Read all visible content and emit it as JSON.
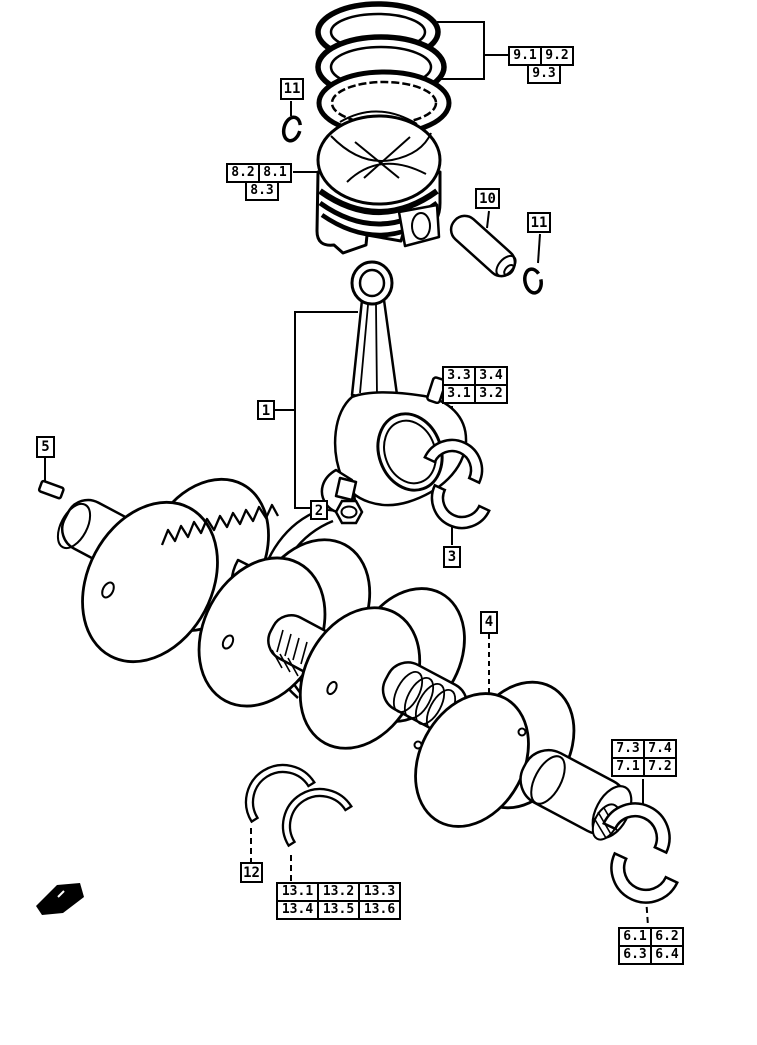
{
  "figure": {
    "description": "Exploded parts diagram of crankshaft and piston assembly",
    "callouts": {
      "c1": "1",
      "c2": "2",
      "c3": "3",
      "c4": "4",
      "c5": "5",
      "c10": "10",
      "c11_top": "11",
      "c11_right": "11",
      "c12": "12"
    },
    "ref_tables": {
      "t9": {
        "rows": [
          [
            "9.1",
            "9.2"
          ],
          [
            "9.3"
          ]
        ]
      },
      "t8": {
        "rows": [
          [
            "8.2",
            "8.1"
          ],
          [
            "8.3"
          ]
        ]
      },
      "t3": {
        "rows": [
          [
            "3.3",
            "3.4"
          ],
          [
            "3.1",
            "3.2"
          ]
        ]
      },
      "t7": {
        "rows": [
          [
            "7.3",
            "7.4"
          ],
          [
            "7.1",
            "7.2"
          ]
        ]
      },
      "t6": {
        "rows": [
          [
            "6.1",
            "6.2"
          ],
          [
            "6.3",
            "6.4"
          ]
        ]
      },
      "t13": {
        "rows": [
          [
            "13.1",
            "13.2",
            "13.3"
          ],
          [
            "13.4",
            "13.5",
            "13.6"
          ]
        ]
      }
    },
    "colors": {
      "ink": "#000000",
      "paper": "#ffffff"
    }
  }
}
